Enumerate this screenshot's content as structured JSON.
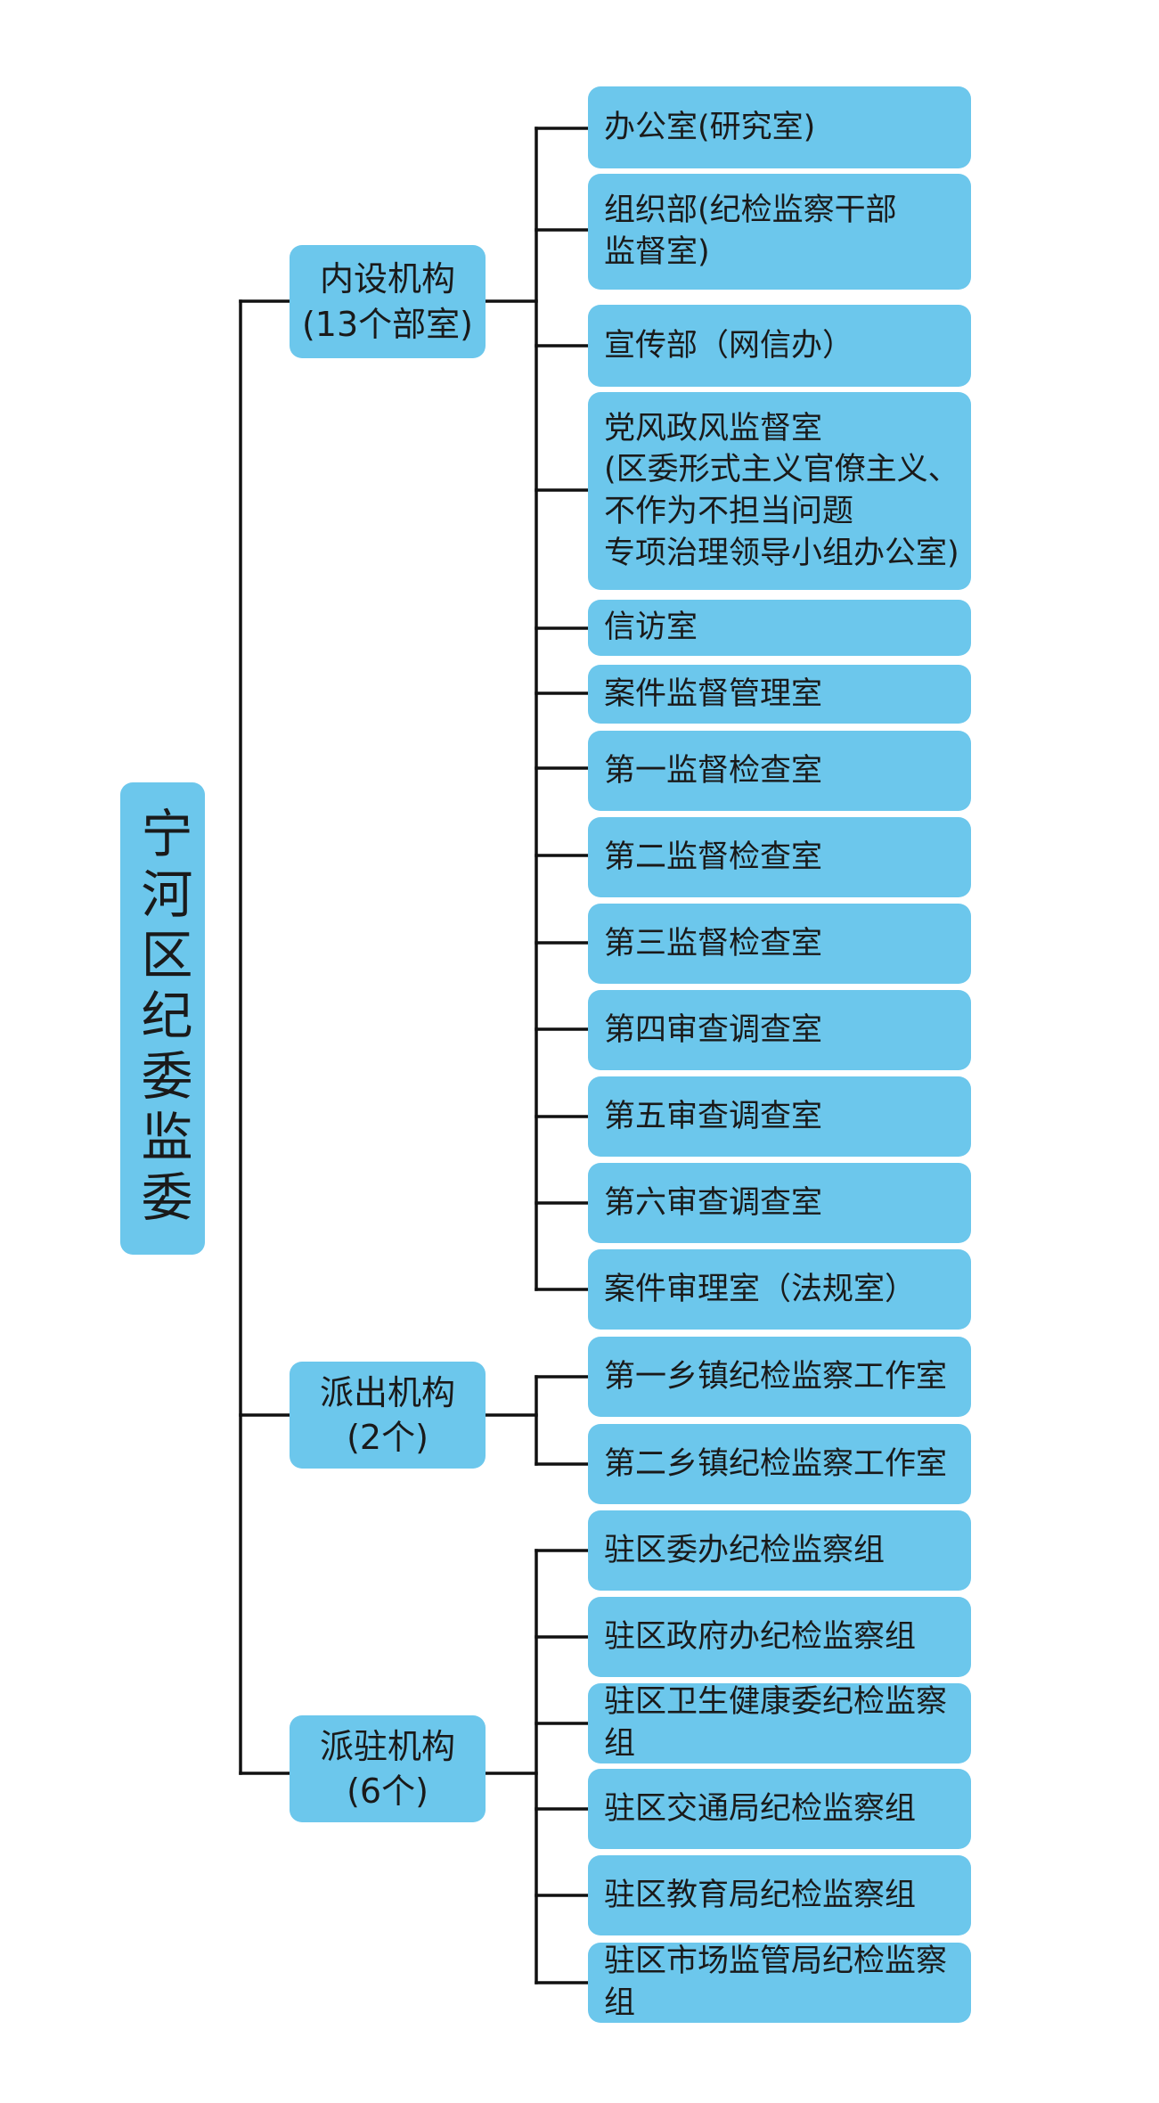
{
  "root": {
    "label": "宁河区纪委监委"
  },
  "groups": [
    {
      "label": "内设机构\n(13个部室)"
    },
    {
      "label": "派出机构\n(2个)"
    },
    {
      "label": "派驻机构\n(6个)"
    }
  ],
  "leaves": [
    {
      "label": "办公室(研究室)"
    },
    {
      "label": "组织部(纪检监察干部\n监督室)"
    },
    {
      "label": "宣传部（网信办）"
    },
    {
      "label": "党风政风监督室\n(区委形式主义官僚主义、\n不作为不担当问题\n专项治理领导小组办公室)"
    },
    {
      "label": "信访室"
    },
    {
      "label": "案件监督管理室"
    },
    {
      "label": "第一监督检查室"
    },
    {
      "label": "第二监督检查室"
    },
    {
      "label": "第三监督检查室"
    },
    {
      "label": "第四审查调查室"
    },
    {
      "label": "第五审查调查室"
    },
    {
      "label": "第六审查调查室"
    },
    {
      "label": "案件审理室（法规室）"
    },
    {
      "label": "第一乡镇纪检监察工作室"
    },
    {
      "label": "第二乡镇纪检监察工作室"
    },
    {
      "label": "驻区委办纪检监察组"
    },
    {
      "label": "驻区政府办纪检监察组"
    },
    {
      "label": "驻区卫生健康委纪检监察组"
    },
    {
      "label": "驻区交通局纪检监察组"
    },
    {
      "label": "驻区教育局纪检监察组"
    },
    {
      "label": "驻区市场监管局纪检监察组"
    }
  ],
  "colors": {
    "box_fill": "#6cc7ec",
    "line": "#111111",
    "text": "#1a1a1a"
  }
}
